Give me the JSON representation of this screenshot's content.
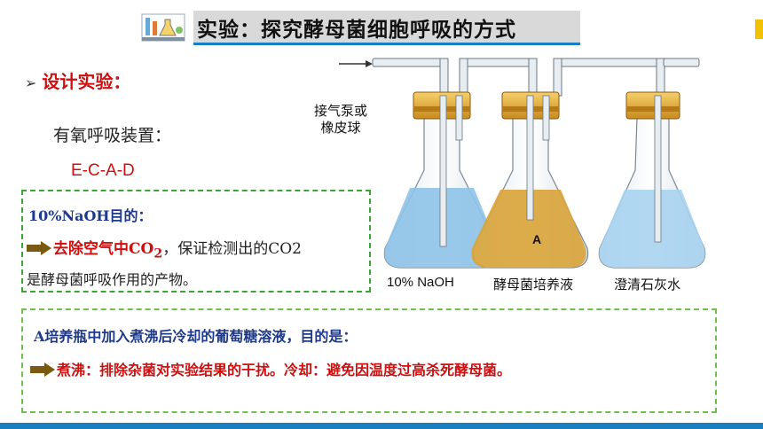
{
  "title": "实验：探究酵母菌细胞呼吸的方式",
  "heading": "设计实验：",
  "subhead": "有氧呼吸装置：",
  "sequence": "E-C-A-D",
  "box1": {
    "title": "10%NaOH目的：",
    "line1_red": "去除空气中CO",
    "line1_sub": "2",
    "line1_rest": "，保证检测出的CO2",
    "line2": "是酵母菌呼吸作用的产物。"
  },
  "box2": {
    "title": "A培养瓶中加入煮沸后冷却的葡萄糖溶液，目的是：",
    "line": "煮沸：排除杂菌对实验结果的干扰。冷却：避免因温度过高杀死酵母菌。"
  },
  "apparatus": {
    "pump_label_line1": "接气泵或",
    "pump_label_line2": "橡皮球",
    "flask_naoh": "10% NaOH",
    "flask_yeast": "酵母菌培养液",
    "flask_lime": "澄清石灰水",
    "flask_a_letter": "A"
  },
  "colors": {
    "accent_blue": "#1a7fc1",
    "text_red": "#cc1010",
    "title_navy": "#1f3a8a",
    "box_green": "#3aa63a",
    "arrow_olive": "#7a5a10",
    "naoh_liquid": "#8ec3e8",
    "yeast_liquid": "#d9a53c",
    "lime_liquid": "#a9d3ef"
  }
}
